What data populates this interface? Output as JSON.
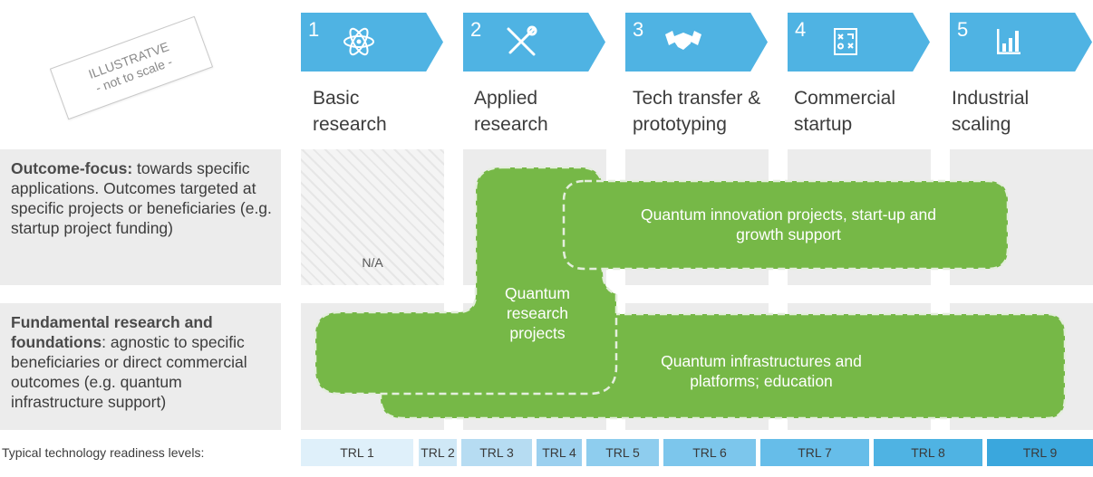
{
  "stamp": {
    "line1": "ILLUSTRATVE",
    "line2": "- not to scale -"
  },
  "stages": [
    {
      "num": "1",
      "label": "Basic research",
      "icon": "atom-icon"
    },
    {
      "num": "2",
      "label": "Applied research",
      "icon": "tools-icon"
    },
    {
      "num": "3",
      "label": "Tech transfer & prototyping",
      "icon": "handshake-icon"
    },
    {
      "num": "4",
      "label": "Commercial startup",
      "icon": "strategy-board-icon"
    },
    {
      "num": "5",
      "label": "Industrial scaling",
      "icon": "bar-chart-icon"
    }
  ],
  "rows": {
    "outcome": {
      "bold": "Outcome-focus:",
      "rest": " towards specific applications. Outcomes targeted at specific projects or beneficiaries (e.g. startup project funding)"
    },
    "fundamental": {
      "bold": "Fundamental research and foundations",
      "rest": ": agnostic to specific beneficiaries or direct commercial outcomes (e.g. quantum infrastructure support)"
    }
  },
  "na_label": "N/A",
  "blobs": {
    "innovation": "Quantum innovation projects, start-up and growth support",
    "research": "Quantum research projects",
    "infrastructure": "Quantum infrastructures and platforms; education"
  },
  "trl_caption": "Typical technology readiness levels:",
  "trl": [
    {
      "label": "TRL 1",
      "color": "#dff0fa"
    },
    {
      "label": "TRL 2",
      "color": "#cfe8f6"
    },
    {
      "label": "TRL 3",
      "color": "#b6dcf2"
    },
    {
      "label": "TRL 4",
      "color": "#9bd0ef"
    },
    {
      "label": "TRL 5",
      "color": "#8ecdee"
    },
    {
      "label": "TRL 6",
      "color": "#7cc6ec"
    },
    {
      "label": "TRL 7",
      "color": "#66bde9"
    },
    {
      "label": "TRL 8",
      "color": "#4fb3e3"
    },
    {
      "label": "TRL 9",
      "color": "#3aa7dd"
    }
  ],
  "colors": {
    "chevron": "#4fb3e3",
    "blob": "#76b847",
    "panel": "#ececec"
  }
}
